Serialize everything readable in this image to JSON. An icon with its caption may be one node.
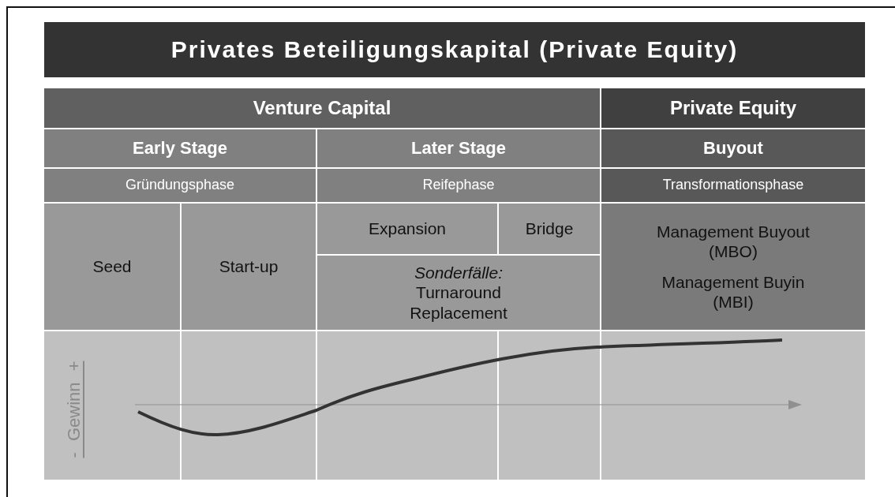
{
  "diagram": {
    "title": "Privates Beteiligungskapital (Private Equity)",
    "nodes": [
      {
        "text": [
          "Venture Capital"
        ]
      },
      {
        "text": [
          "Private Equity"
        ]
      },
      {
        "text": [
          "Early Stage"
        ]
      },
      {
        "text": [
          "Later Stage"
        ]
      },
      {
        "text": [
          "Buyout"
        ]
      },
      {
        "text": [
          "Gründungsphase"
        ]
      },
      {
        "text": [
          "Reifephase"
        ]
      },
      {
        "text": [
          "Transformationsphase"
        ]
      },
      {
        "text": [
          "Seed"
        ]
      },
      {
        "text": [
          "Start-up"
        ]
      },
      {
        "text": [
          "Expansion"
        ]
      },
      {
        "text": [
          "Bridge"
        ]
      },
      {
        "text": [
          "*Sonderfälle:* Turnaround Replacement"
        ]
      },
      {
        "text": [
          "Management Buyout (MBO)",
          "Management Buyin (MBI)"
        ]
      }
    ],
    "labels": [
      "- Gewinn +"
    ]
  }
}
